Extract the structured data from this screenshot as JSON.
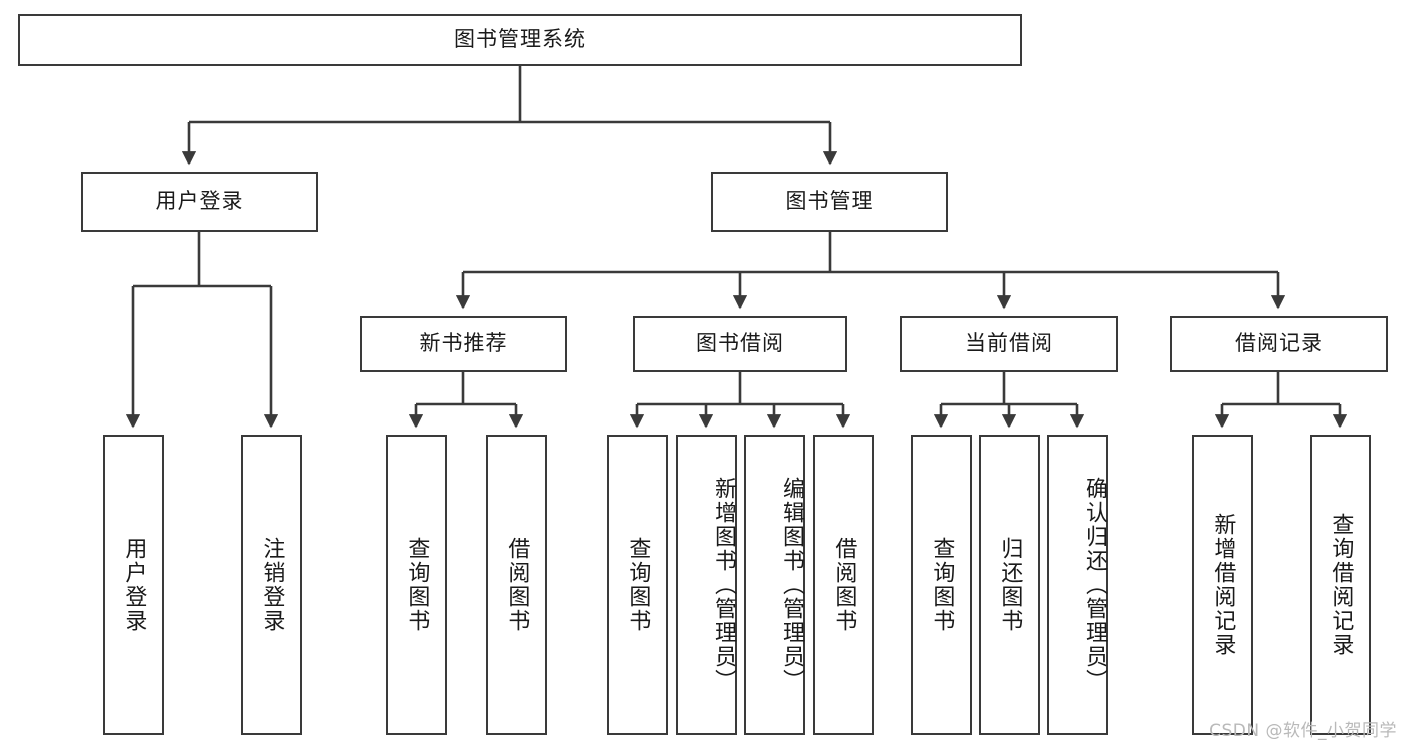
{
  "diagram": {
    "type": "tree",
    "title_node": "图书管理系统",
    "orientation": "top-down",
    "background_color": "#ffffff",
    "node_border_color": "#3a3a3a",
    "node_fill_color": "#ffffff",
    "edge_color": "#3a3a3a",
    "text_color": "#1a1a1a"
  },
  "nodes": {
    "root": {
      "label": "图书管理系统"
    },
    "level2": [
      {
        "id": "user-login",
        "label": "用户登录"
      },
      {
        "id": "book-manage",
        "label": "图书管理"
      }
    ],
    "level3": [
      {
        "id": "new-book-recommend",
        "label": "新书推荐"
      },
      {
        "id": "book-borrow",
        "label": "图书借阅"
      },
      {
        "id": "current-borrow",
        "label": "当前借阅"
      },
      {
        "id": "borrow-record",
        "label": "借阅记录"
      }
    ],
    "leaves": [
      {
        "id": "leaf-user-login",
        "label": "用户登录",
        "parent": "user-login"
      },
      {
        "id": "leaf-logout-login",
        "label": "注销登录",
        "parent": "user-login"
      },
      {
        "id": "leaf-query-book-1",
        "label": "查询图书",
        "parent": "new-book-recommend"
      },
      {
        "id": "leaf-borrow-book-1",
        "label": "借阅图书",
        "parent": "new-book-recommend"
      },
      {
        "id": "leaf-query-book-2",
        "label": "查询图书",
        "parent": "book-borrow"
      },
      {
        "id": "leaf-add-book",
        "label": "新增图书（管理员）",
        "parent": "book-borrow"
      },
      {
        "id": "leaf-edit-book",
        "label": "编辑图书（管理员）",
        "parent": "book-borrow"
      },
      {
        "id": "leaf-borrow-book-2",
        "label": "借阅图书",
        "parent": "book-borrow"
      },
      {
        "id": "leaf-query-book-3",
        "label": "查询图书",
        "parent": "current-borrow"
      },
      {
        "id": "leaf-return-book",
        "label": "归还图书",
        "parent": "current-borrow"
      },
      {
        "id": "leaf-confirm-return",
        "label": "确认归还（管理员）",
        "parent": "current-borrow"
      },
      {
        "id": "leaf-add-record",
        "label": "新增借阅记录",
        "parent": "borrow-record"
      },
      {
        "id": "leaf-query-record",
        "label": "查询借阅记录",
        "parent": "borrow-record"
      }
    ]
  },
  "watermark": {
    "text": "CSDN @软件_小贺同学"
  }
}
